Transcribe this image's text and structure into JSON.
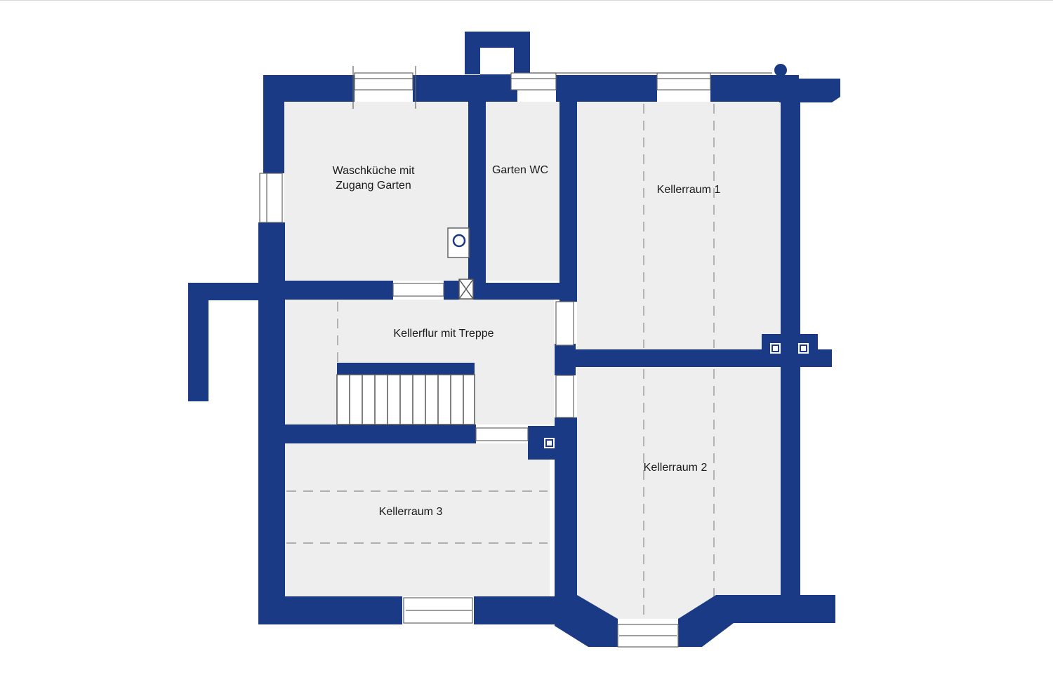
{
  "plan": {
    "colors": {
      "wall": "#1a3a85",
      "floor": "#eeeeee",
      "window": "#ffffff",
      "dash": "#9a9a9a"
    },
    "rooms": {
      "waschkueche_line1": "Waschküche mit",
      "waschkueche_line2": "Zugang Garten",
      "garten_wc": "Garten WC",
      "kellerraum_1": "Kellerraum 1",
      "kellerflur": "Kellerflur mit Treppe",
      "kellerraum_2": "Kellerraum 2",
      "kellerraum_3": "Kellerraum 3"
    }
  }
}
